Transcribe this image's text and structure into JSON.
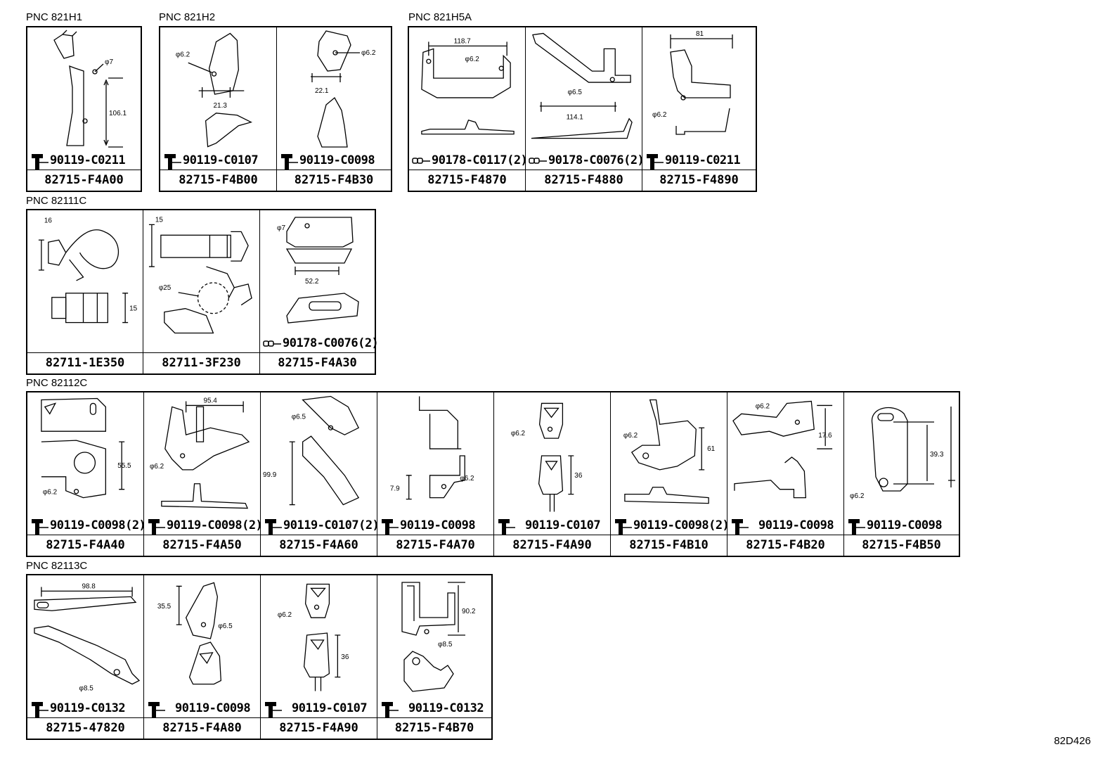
{
  "groups": {
    "g1": {
      "pnc": "PNC 821H1",
      "cells": [
        {
          "part": "82715-F4A00",
          "bolt": "90119-C0211",
          "bolt_icon": "bolt-icon",
          "dims": [
            "φ7",
            "106.1"
          ]
        }
      ]
    },
    "g2": {
      "pnc": "PNC 821H2",
      "cells": [
        {
          "part": "82715-F4B00",
          "bolt": "90119-C0107",
          "bolt_icon": "bolt-icon",
          "dims": [
            "φ6.2",
            "21.3"
          ]
        },
        {
          "part": "82715-F4B30",
          "bolt": "90119-C0098",
          "bolt_icon": "bolt-icon",
          "dims": [
            "φ6.2",
            "22.1"
          ]
        }
      ]
    },
    "g3": {
      "pnc": "PNC 821H5A",
      "cells": [
        {
          "part": "82715-F4870",
          "bolt": "90178-C0117(2)",
          "bolt_icon": "clip-icon",
          "dims": [
            "118.7",
            "φ6.2"
          ]
        },
        {
          "part": "82715-F4880",
          "bolt": "90178-C0076(2)",
          "bolt_icon": "clip-icon",
          "dims": [
            "φ6.5",
            "114.1"
          ]
        },
        {
          "part": "82715-F4890",
          "bolt": "90119-C0211",
          "bolt_icon": "bolt-icon",
          "dims": [
            "81",
            "φ6.2"
          ]
        }
      ]
    },
    "g4": {
      "pnc": "PNC 82111C",
      "cells": [
        {
          "part": "82711-1E350",
          "bolt": "",
          "dims": [
            "16",
            "15"
          ]
        },
        {
          "part": "82711-3F230",
          "bolt": "",
          "dims": [
            "15",
            "φ25"
          ]
        },
        {
          "part": "82715-F4A30",
          "bolt": "90178-C0076(2)",
          "bolt_icon": "clip-icon",
          "dims": [
            "φ7",
            "52.2"
          ]
        }
      ]
    },
    "g5": {
      "pnc": "PNC 82112C",
      "cells": [
        {
          "part": "82715-F4A40",
          "bolt": "90119-C0098(2)",
          "bolt_icon": "bolt-icon",
          "dims": [
            "55.5",
            "φ6.2"
          ]
        },
        {
          "part": "82715-F4A50",
          "bolt": "90119-C0098(2)",
          "bolt_icon": "bolt-icon",
          "dims": [
            "95.4",
            "φ6.2"
          ]
        },
        {
          "part": "82715-F4A60",
          "bolt": "90119-C0107(2)",
          "bolt_icon": "bolt-icon",
          "dims": [
            "φ6.5",
            "99.9"
          ]
        },
        {
          "part": "82715-F4A70",
          "bolt": "90119-C0098",
          "bolt_icon": "bolt-icon",
          "dims": [
            "φ6.2",
            "7.9"
          ]
        },
        {
          "part": "82715-F4A90",
          "bolt": "90119-C0107",
          "bolt_icon": "bolt-icon",
          "dims": [
            "φ6.2",
            "36"
          ]
        },
        {
          "part": "82715-F4B10",
          "bolt": "90119-C0098(2)",
          "bolt_icon": "bolt-icon",
          "dims": [
            "φ6.2",
            "61"
          ]
        },
        {
          "part": "82715-F4B20",
          "bolt": "90119-C0098",
          "bolt_icon": "bolt-icon",
          "dims": [
            "φ6.2",
            "17.6"
          ]
        },
        {
          "part": "82715-F4B50",
          "bolt": "90119-C0098",
          "bolt_icon": "bolt-icon",
          "dims": [
            "39.3",
            "φ6.2"
          ]
        }
      ]
    },
    "g6": {
      "pnc": "PNC 82113C",
      "cells": [
        {
          "part": "82715-47820",
          "bolt": "90119-C0132",
          "bolt_icon": "bolt-icon",
          "dims": [
            "98.8",
            "φ8.5"
          ]
        },
        {
          "part": "82715-F4A80",
          "bolt": "90119-C0098",
          "bolt_icon": "bolt-icon",
          "dims": [
            "35.5",
            "φ6.5"
          ]
        },
        {
          "part": "82715-F4A90",
          "bolt": "90119-C0107",
          "bolt_icon": "bolt-icon",
          "dims": [
            "φ6.2",
            "36"
          ]
        },
        {
          "part": "82715-F4B70",
          "bolt": "90119-C0132",
          "bolt_icon": "bolt-icon",
          "dims": [
            "90.2",
            "φ8.5"
          ]
        }
      ]
    }
  },
  "ref_code": "82D426"
}
